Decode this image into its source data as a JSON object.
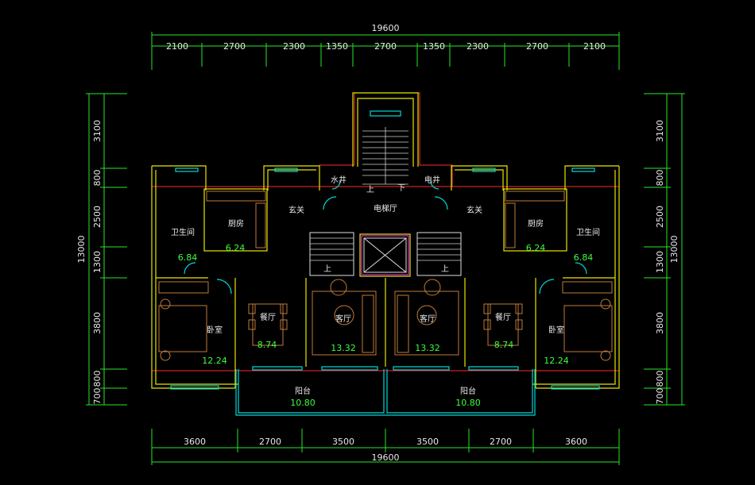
{
  "dims": {
    "top_total": "19600",
    "top": [
      "2100",
      "2700",
      "2300",
      "1350",
      "2700",
      "1350",
      "2300",
      "2700",
      "2100"
    ],
    "bottom_total": "19600",
    "bottom": [
      "3600",
      "2700",
      "3500",
      "3500",
      "2700",
      "3600"
    ],
    "left_total": "13000",
    "left": [
      "3100",
      "800",
      "2500",
      "1300",
      "3800",
      "800",
      "700"
    ],
    "right_total": "13000",
    "right": [
      "3100",
      "800",
      "2500",
      "1300",
      "3800",
      "800",
      "700"
    ]
  },
  "rooms": {
    "stair_up": "上",
    "stair_down": "下",
    "elevator_hall": "电梯厅",
    "shaft_l": "水井",
    "shaft_r": "电井",
    "foyer_l": "玄关",
    "foyer_r": "玄关",
    "kitchen_l": "厨房",
    "kitchen_r": "厨房",
    "wc_l": "卫生间",
    "wc_r": "卫生间",
    "bed_l": "卧室",
    "bed_r": "卧室",
    "dining_l": "餐厅",
    "dining_r": "餐厅",
    "living_l": "客厅",
    "living_r": "客厅",
    "balcony_l": "阳台",
    "balcony_r": "阳台",
    "up_l": "上",
    "up_r": "上"
  },
  "areas": {
    "wc_l": "6.84",
    "kitchen_l": "6.24",
    "kitchen_r": "6.24",
    "wc_r": "6.84",
    "bed_l": "12.24",
    "bed_r": "12.24",
    "dining_l": "8.74",
    "dining_r": "8.74",
    "living_l": "13.32",
    "living_r": "13.32",
    "balcony_l": "10.80",
    "balcony_r": "10.80"
  },
  "colors": {
    "dimension": "#27e627",
    "wall": "#e6e600",
    "window": "#00d8d8",
    "axis": "#ff2a2a",
    "furniture": "#c07a3a",
    "area_text": "#3cff3c"
  }
}
